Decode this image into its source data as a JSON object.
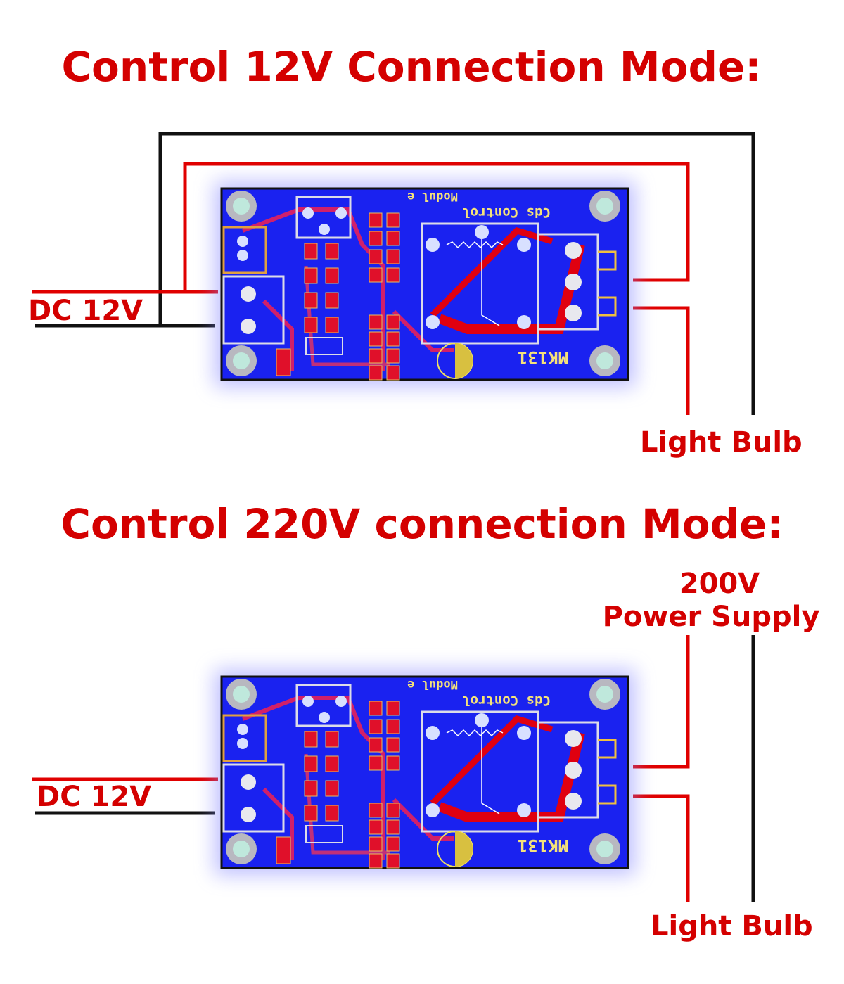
{
  "section_12v": {
    "title": "Control 12V Connection Mode:",
    "input_label": "DC 12V",
    "output_label": "Light Bulb"
  },
  "section_220v": {
    "title": "Control 220V connection Mode:",
    "input_label": "DC 12V",
    "supply_label_line1": "200V",
    "supply_label_line2": "Power Supply",
    "output_label": "Light Bulb"
  },
  "board": {
    "silk_line1": "Cds Control",
    "silk_line2": "Modul e",
    "model": "MK131"
  },
  "colors": {
    "text_red": "#d40000",
    "wire_red": "#e00000",
    "wire_black": "#111111",
    "pcb_blue": "#1a22f0",
    "pad_red": "#e0102a",
    "silk_yellow": "#f5e27a"
  }
}
